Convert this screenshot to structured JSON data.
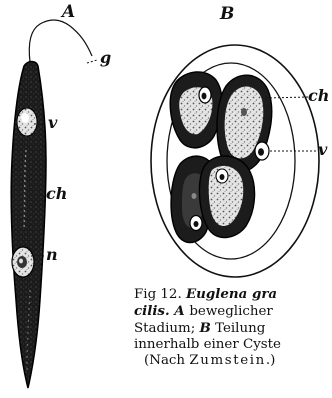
{
  "panels": {
    "a": "A",
    "b": "B"
  },
  "labels": {
    "g": "g",
    "v_a": "v",
    "ch_a": "ch",
    "n": "n",
    "ch_b": "ch",
    "v_b": "v"
  },
  "caption": {
    "line1_prefix": "Fig 12. ",
    "line1_species": "Euglena gra",
    "line2_species": "cilis.",
    "line2_mid": " A ",
    "line2_rest": "beweglicher",
    "line3_a": "Stadium; ",
    "line3_b": "B",
    "line3_c": " Teilung",
    "line4": "innerhalb einer Cyste",
    "line5_a": "(Nach ",
    "line5_author": "Zumstein",
    "line5_b": ".)"
  },
  "colors": {
    "ink": "#111111",
    "cell_dark": "#1a1a1a",
    "cell_mid": "#3a3a3a",
    "speckle": "#d8d8d8"
  }
}
